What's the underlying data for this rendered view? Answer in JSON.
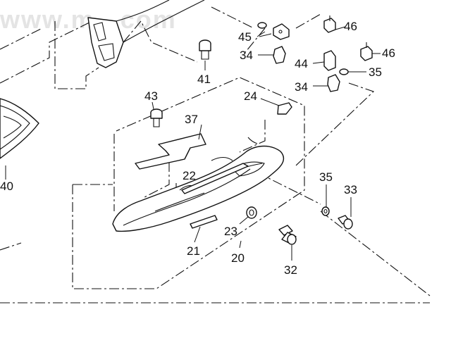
{
  "diagram": {
    "watermark": "www.m...com",
    "labels": {
      "l46a": "46",
      "l45": "45",
      "l34a": "34",
      "l41": "41",
      "l44": "44",
      "l46b": "46",
      "l35a": "35",
      "l34b": "34",
      "l43": "43",
      "l24": "24",
      "l37": "37",
      "l22": "22",
      "l40": "40",
      "l35b": "35",
      "l33": "33",
      "l23": "23",
      "l21": "21",
      "l20": "20",
      "l32": "32"
    }
  }
}
